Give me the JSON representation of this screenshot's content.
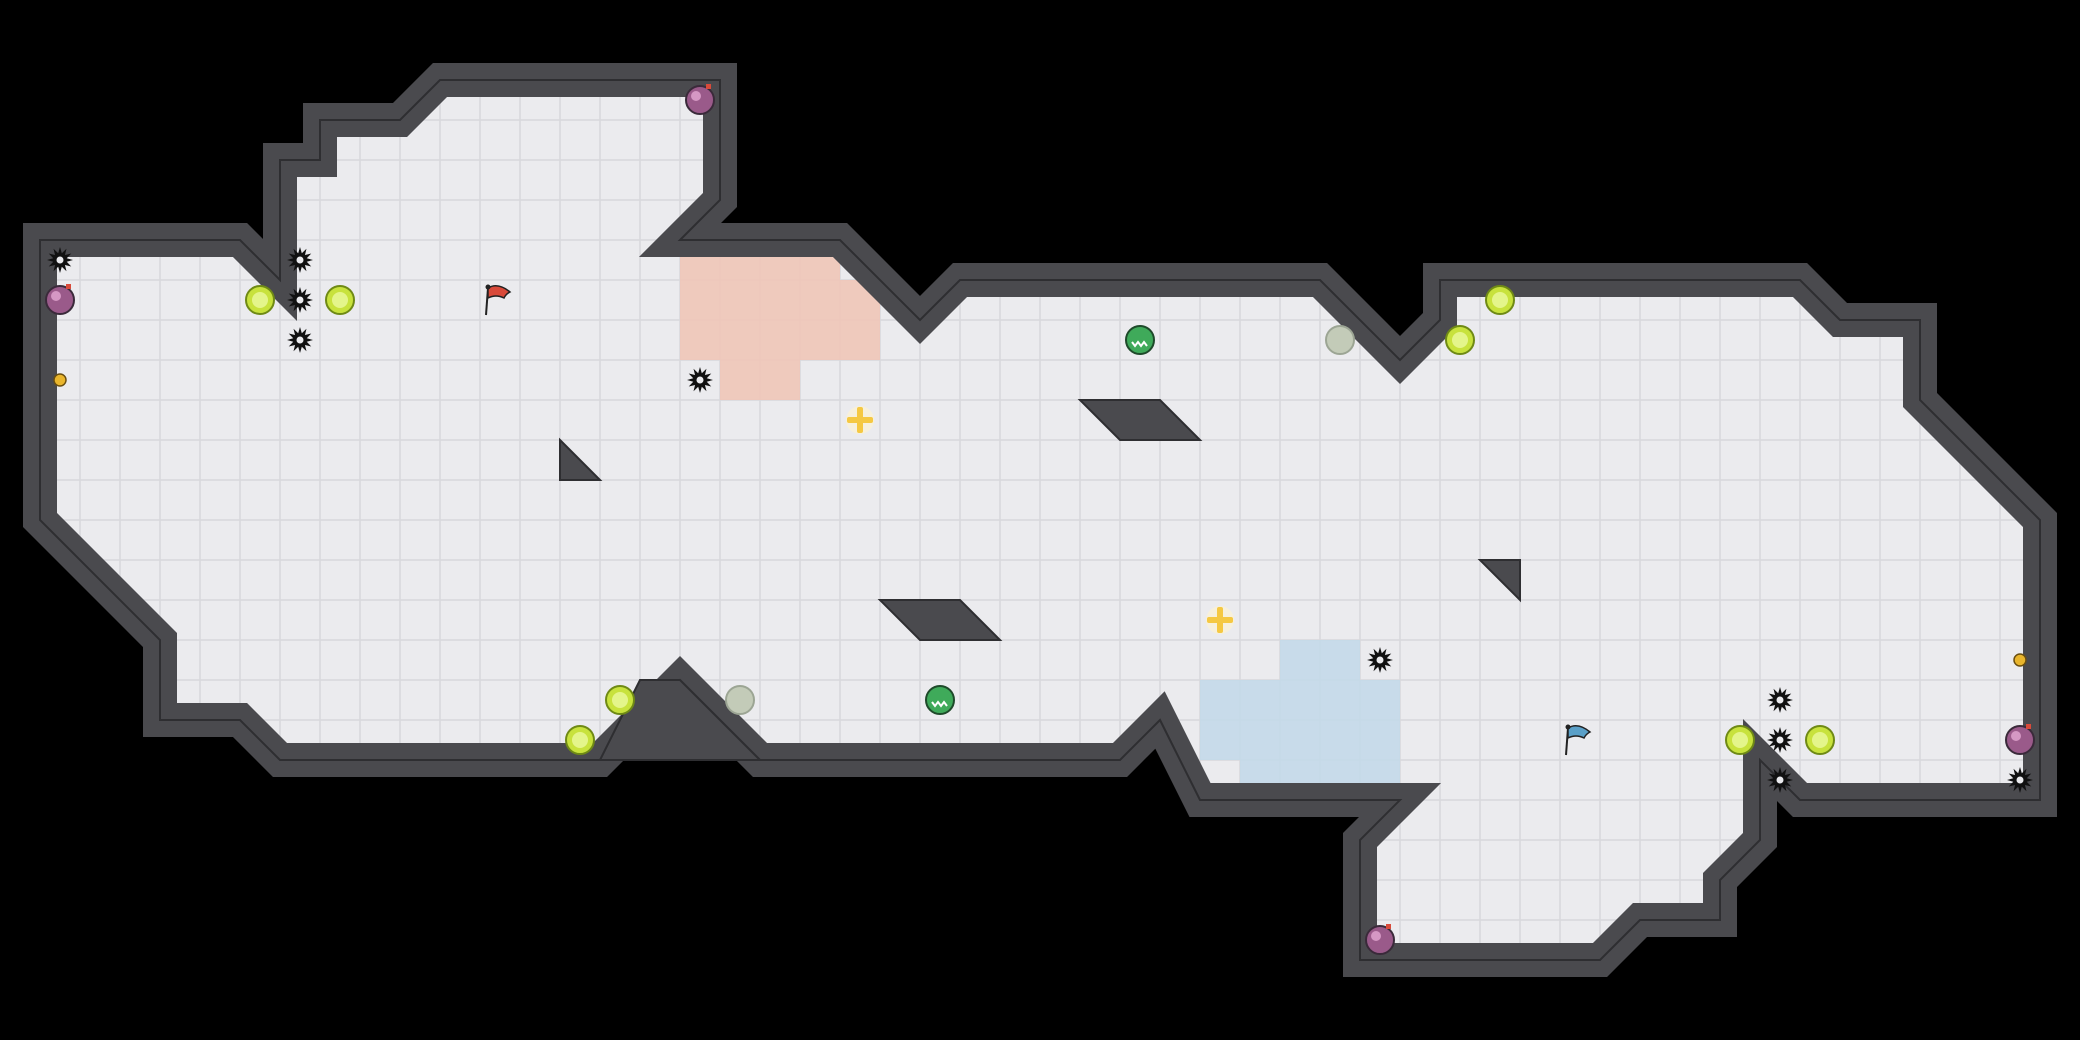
{
  "level": {
    "grid_cols": 52,
    "grid_rows": 26,
    "wall_color": "#4a4a4e",
    "floor_color": "#ebebee",
    "grid_line_color": "#d8d8dc",
    "red_zone_color": "#f0c6b7",
    "blue_zone_color": "#c4d9e9"
  },
  "entities": {
    "flags": [
      {
        "team": "red",
        "color": "#d94a3a",
        "col": 12,
        "row": 7
      },
      {
        "team": "blue",
        "color": "#5aa0c8",
        "col": 39,
        "row": 18
      }
    ],
    "boosts": [
      {
        "col": 6,
        "row": 7
      },
      {
        "col": 8,
        "row": 7
      },
      {
        "col": 15,
        "row": 17
      },
      {
        "col": 14,
        "row": 18
      },
      {
        "col": 37,
        "row": 7
      },
      {
        "col": 36,
        "row": 8
      },
      {
        "col": 43,
        "row": 18
      },
      {
        "col": 45,
        "row": 18
      }
    ],
    "inactive_boosts": [
      {
        "col": 33,
        "row": 8
      },
      {
        "col": 18,
        "row": 17
      }
    ],
    "bombs": [
      {
        "col": 1,
        "row": 7
      },
      {
        "col": 17,
        "row": 2
      },
      {
        "col": 50,
        "row": 18
      },
      {
        "col": 34,
        "row": 23
      }
    ],
    "spikes": [
      {
        "col": 1,
        "row": 6
      },
      {
        "col": 7,
        "row": 6
      },
      {
        "col": 7,
        "row": 7
      },
      {
        "col": 7,
        "row": 8
      },
      {
        "col": 17,
        "row": 9
      },
      {
        "col": 34,
        "row": 16
      },
      {
        "col": 44,
        "row": 17
      },
      {
        "col": 44,
        "row": 18
      },
      {
        "col": 44,
        "row": 19
      },
      {
        "col": 50,
        "row": 19
      }
    ],
    "powerups": [
      {
        "col": 28,
        "row": 8
      },
      {
        "col": 23,
        "row": 17
      }
    ],
    "portals": [
      {
        "col": 21,
        "row": 10
      },
      {
        "col": 30,
        "row": 15
      }
    ],
    "small_coins": [
      {
        "col": 1,
        "row": 9
      },
      {
        "col": 50,
        "row": 16
      }
    ],
    "colors": {
      "boost": "#c8e23c",
      "boost_inactive": "#c3cbb8",
      "bomb": "#9a5a8a",
      "spike": "#111111",
      "powerup": "#3faa5a",
      "portal": "#f5c842",
      "coin": "#e9b52c"
    }
  }
}
